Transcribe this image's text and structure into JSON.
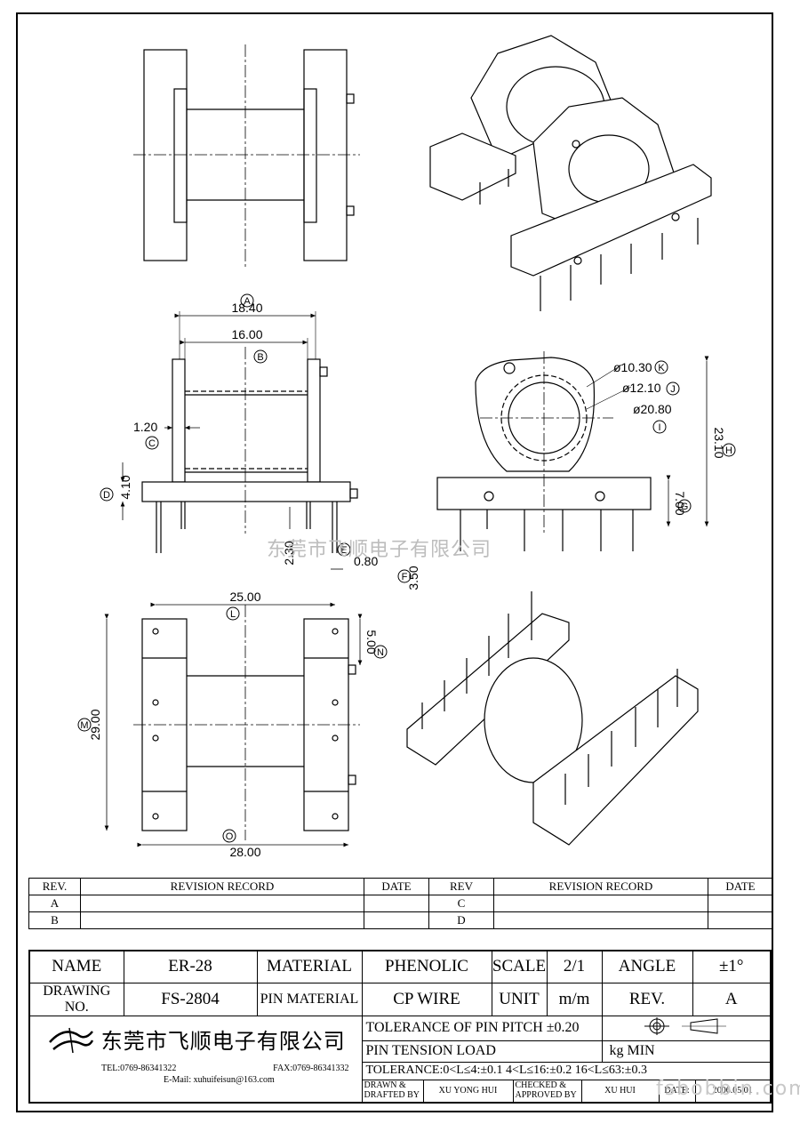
{
  "dims": {
    "A": "18.40",
    "B": "16.00",
    "C": "1.20",
    "D": "4.10",
    "E": "0.80",
    "F": "3.50",
    "H": "23.10",
    "G": "7.00",
    "K": "ø10.30",
    "J": "ø12.10",
    "I": "ø20.80",
    "L": "25.00",
    "N": "5.00",
    "M": "29.00",
    "O": "28.00",
    "E2": "2.30"
  },
  "markers": {
    "A": "A",
    "B": "B",
    "C": "C",
    "D": "D",
    "E": "E",
    "F": "F",
    "G": "G",
    "H": "H",
    "I": "I",
    "J": "J",
    "K": "K",
    "L": "L",
    "M": "M",
    "N": "N",
    "O": "O"
  },
  "watermark": "东莞市飞顺电子有限公司",
  "watermark_url": "fsbobbin.com",
  "revision": {
    "header": {
      "rev": "REV.",
      "record": "REVISION RECORD",
      "date": "DATE",
      "rev2": "REV",
      "record2": "REVISION RECORD",
      "date2": "DATE"
    },
    "rows": [
      {
        "rev": "A",
        "rev2": "C"
      },
      {
        "rev": "B",
        "rev2": "D"
      }
    ]
  },
  "title_block": {
    "name_label": "NAME",
    "name": "ER-28",
    "material_label": "MATERIAL",
    "material": "PHENOLIC",
    "scale_label": "SCALE",
    "scale": "2/1",
    "angle_label": "ANGLE",
    "angle": "±1°",
    "drawing_no_label": "DRAWING NO.",
    "drawing_no": "FS-2804",
    "pin_material_label": "PIN MATERIAL",
    "pin_material": "CP WIRE",
    "unit_label": "UNIT",
    "unit": "m/m",
    "rev_label": "REV.",
    "rev": "A",
    "company": "东莞市飞顺电子有限公司",
    "tol_pitch": "TOLERANCE OF PIN PITCH ±0.20",
    "pin_tension": "PIN TENSION  LOAD",
    "pin_tension_unit": "kg MIN",
    "tolerance": "TOLERANCE:0<L≤4:±0.1  4<L≤16:±0.2  16<L≤63:±0.3",
    "tel": "TEL:0769-86341322",
    "fax": "FAX:0769-86341332",
    "email": "E-Mail: xuhuifeisun@163.com",
    "drawn_label": "DRAWN & DRAFTED BY",
    "drawn": "XU YONG HUI",
    "checked_label": "CHECKED & APPROVED BY",
    "checked": "XU HUI",
    "date_label": "DATE:",
    "date": "2006.05.01"
  }
}
